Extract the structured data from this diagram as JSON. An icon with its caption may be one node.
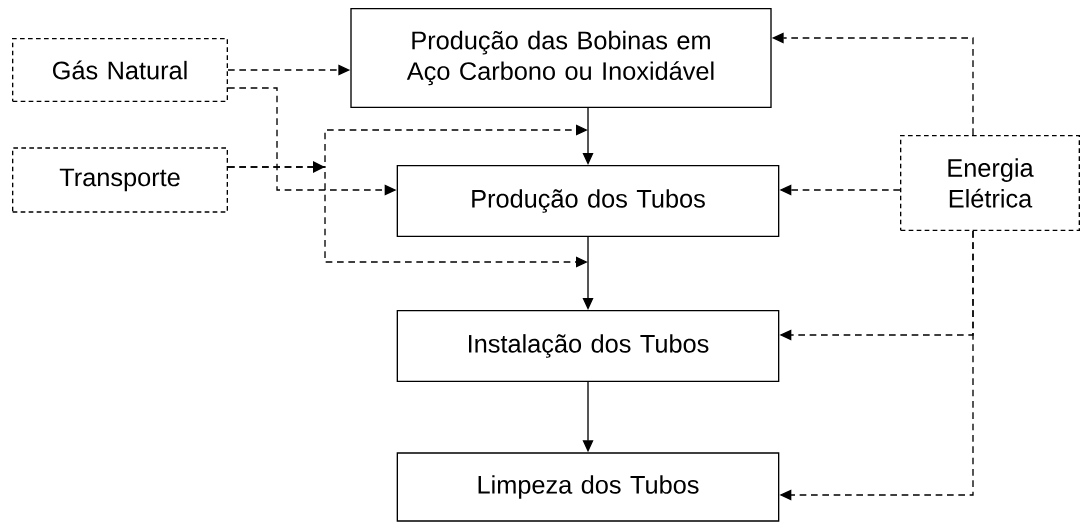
{
  "diagram": {
    "nodes": [
      {
        "text": [
          "Gás Natural"
        ]
      },
      {
        "text": [
          "Produção das Bobinas em Aço Carbono ou Inoxidável"
        ]
      },
      {
        "text": [
          "Transporte"
        ]
      },
      {
        "text": [
          "Produção dos Tubos"
        ]
      },
      {
        "text": [
          "Energia Elétrica"
        ]
      },
      {
        "text": [
          "Instalação dos Tubos"
        ]
      },
      {
        "text": [
          "Limpeza dos Tubos"
        ]
      }
    ],
    "edges": [
      {
        "from": 0,
        "to": 1,
        "arrow": "to",
        "style": "dashed"
      },
      {
        "from": 0,
        "to": 3,
        "arrow": "to",
        "style": "dashed"
      },
      {
        "from": 2,
        "to": null,
        "arrow": "to",
        "style": "dashed"
      },
      {
        "from": 2,
        "to": null,
        "arrow": "to",
        "style": "dashed"
      },
      {
        "from": 1,
        "to": 3,
        "arrow": "to"
      },
      {
        "from": 3,
        "to": 5,
        "arrow": "to"
      },
      {
        "from": 5,
        "to": 6,
        "arrow": "to"
      },
      {
        "from": 4,
        "to": 1,
        "arrow": "to",
        "style": "dashed"
      },
      {
        "from": 4,
        "to": 3,
        "arrow": "to",
        "style": "dashed"
      },
      {
        "from": 4,
        "to": 5,
        "arrow": "to",
        "style": "dashed"
      },
      {
        "from": 4,
        "to": 6,
        "arrow": "to",
        "style": "dashed"
      }
    ]
  }
}
